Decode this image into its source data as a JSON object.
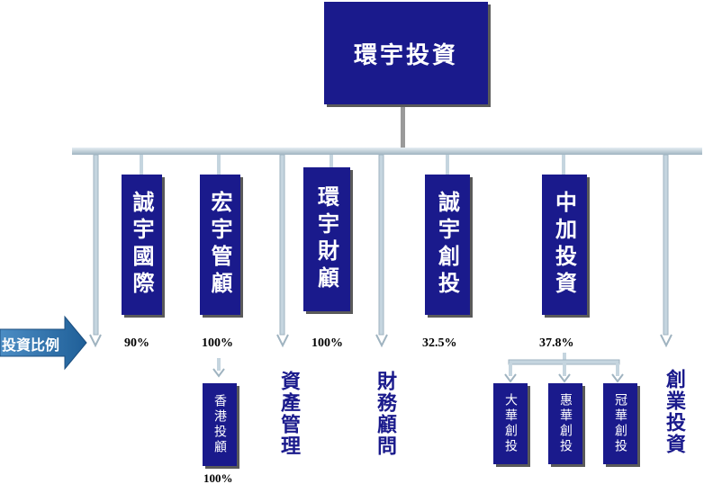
{
  "root": {
    "label": "環宇投資"
  },
  "ratio_label": "投資比例",
  "subsidiaries": [
    {
      "name": "誠宇國際",
      "percent": "90%"
    },
    {
      "name": "宏宇管顧",
      "percent": "100%"
    },
    {
      "name": "環宇財顧",
      "percent": "100%"
    },
    {
      "name": "誠宇創投",
      "percent": "32.5%"
    },
    {
      "name": "中加投資",
      "percent": "37.8%"
    }
  ],
  "sub_level": {
    "hongyu_child": {
      "name": "香港投顧",
      "percent": "100%"
    },
    "zhongjia_children": [
      {
        "name": "大華創投"
      },
      {
        "name": "惠華創投"
      },
      {
        "name": "冠華創投"
      }
    ]
  },
  "categories": {
    "asset_management": "資產管理",
    "financial_advisory": "財務顧問",
    "venture_capital": "創業投資"
  },
  "colors": {
    "box": "#1a1a8c",
    "connector": "#c5d5df",
    "arrow": "#2d6ea7"
  }
}
